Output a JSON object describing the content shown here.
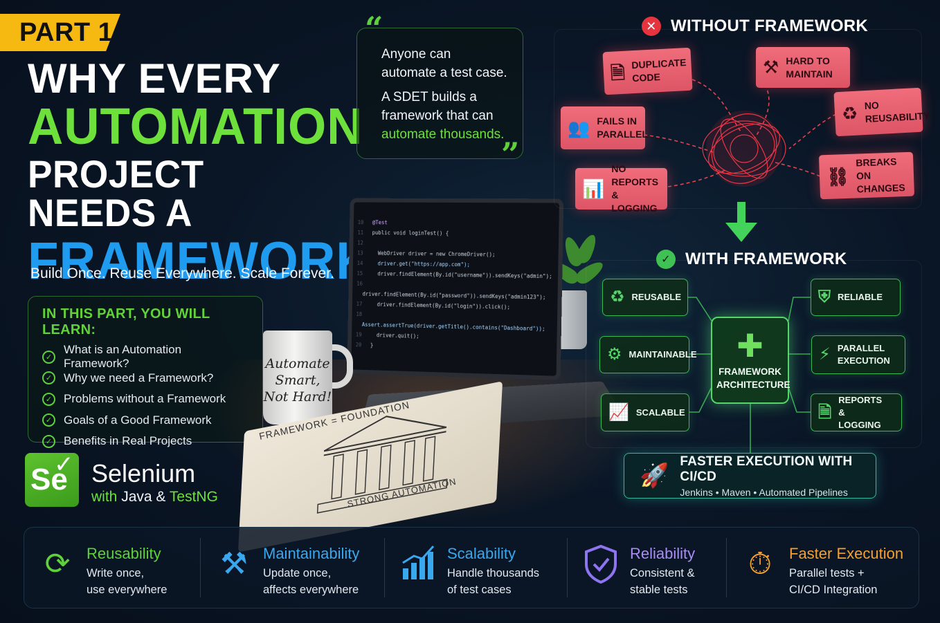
{
  "badge": {
    "label": "PART 1"
  },
  "headline": {
    "line1": "WHY EVERY",
    "line2": "AUTOMATION",
    "line3": "PROJECT NEEDS A",
    "line4": "FRAMEWORK"
  },
  "tagline": "Build Once. Reuse Everywhere. Scale Forever.",
  "learn": {
    "title": "IN THIS PART, YOU WILL LEARN:",
    "items": [
      "What is an Automation Framework?",
      "Why we need a Framework?",
      "Problems without a Framework",
      "Goals of a Good Framework",
      "Benefits in Real Projects"
    ]
  },
  "selenium": {
    "logo": "Se",
    "title": "Selenium",
    "sub_with": "with",
    "sub_java": "Java",
    "sub_amp": "&",
    "sub_testng": "TestNG"
  },
  "quote": {
    "open": "“",
    "close": "”",
    "line1": "Anyone can automate a test case.",
    "line2": "A SDET builds a framework that can",
    "highlight": "automate thousands."
  },
  "code": {
    "lines": [
      "@Test",
      "public void loginTest() {",
      "",
      "WebDriver driver = new ChromeDriver();",
      "driver.get(\"https://app.com\");",
      "driver.findElement(By.id(\"username\")).sendKeys(\"admin\");",
      "driver.findElement(By.id(\"password\")).sendKeys(\"admin123\");",
      "driver.findElement(By.id(\"login\")).click();",
      "Assert.assertTrue(driver.getTitle().contains(\"Dashboard\"));",
      "driver.quit();",
      "}"
    ]
  },
  "mug": {
    "text": "Automate Smart, Not Hard!"
  },
  "notebook": {
    "top": "FRAMEWORK = FOUNDATION",
    "bottom": "STRONG AUTOMATION"
  },
  "without": {
    "title": "WITHOUT FRAMEWORK",
    "cards": [
      {
        "label": "DUPLICATE CODE",
        "icon": "document-icon"
      },
      {
        "label": "HARD TO MAINTAIN",
        "icon": "tools-icon"
      },
      {
        "label": "FAILS IN PARALLEL",
        "icon": "users-icon"
      },
      {
        "label": "NO REUSABILITY",
        "icon": "recycle-icon"
      },
      {
        "label": "NO REPORTS & LOGGING",
        "icon": "bar-chart-icon"
      },
      {
        "label": "BREAKS ON CHANGES",
        "icon": "broken-link-icon"
      }
    ]
  },
  "with": {
    "title": "WITH FRAMEWORK",
    "center": "FRAMEWORK ARCHITECTURE",
    "cards": [
      {
        "label": "REUSABLE",
        "icon": "recycle-icon"
      },
      {
        "label": "RELIABLE",
        "icon": "shield-check-icon"
      },
      {
        "label": "MAINTAINABLE",
        "icon": "gear-icon"
      },
      {
        "label": "PARALLEL EXECUTION",
        "icon": "lightning-icon"
      },
      {
        "label": "SCALABLE",
        "icon": "growth-chart-icon"
      },
      {
        "label": "REPORTS & LOGGING",
        "icon": "report-icon"
      }
    ],
    "ci": {
      "title": "FASTER EXECUTION WITH CI/CD",
      "sub": "Jenkins • Maven • Automated Pipelines",
      "icon": "rocket-icon"
    }
  },
  "benefits": [
    {
      "title": "Reusability",
      "desc1": "Write once,",
      "desc2": "use everywhere",
      "color": "#5fd13b",
      "icon": "refresh-icon"
    },
    {
      "title": "Maintainability",
      "desc1": "Update once,",
      "desc2": "affects everywhere",
      "color": "#3aa8ef",
      "icon": "tools-icon"
    },
    {
      "title": "Scalability",
      "desc1": "Handle thousands",
      "desc2": "of test cases",
      "color": "#3aa8ef",
      "icon": "growth-chart-icon"
    },
    {
      "title": "Reliability",
      "desc1": "Consistent &",
      "desc2": "stable tests",
      "color": "#a98cf5",
      "icon": "shield-check-icon"
    },
    {
      "title": "Faster Execution",
      "desc1": "Parallel tests +",
      "desc2": "CI/CD Integration",
      "color": "#f5a030",
      "icon": "stopwatch-icon"
    }
  ],
  "colors": {
    "green": "#6ee03c",
    "blue": "#1f9cf0",
    "pain": "#f06d7b",
    "badge": "#f5b912"
  }
}
